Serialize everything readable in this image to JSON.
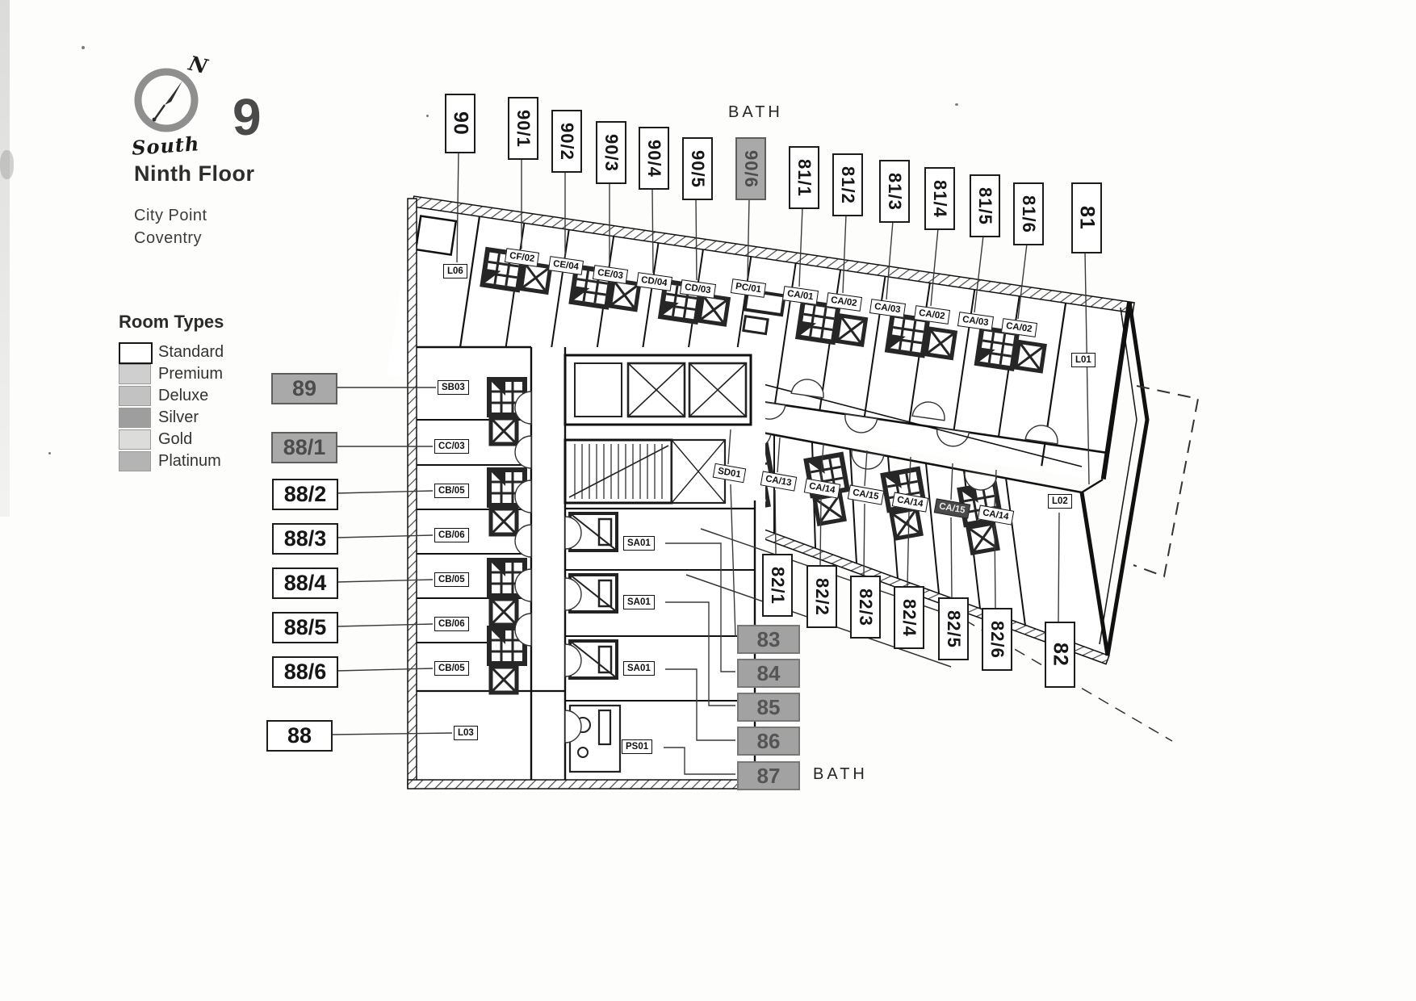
{
  "header": {
    "compass_north": "N",
    "compass_south": "South",
    "floor_number": "9",
    "floor_name": "Ninth Floor",
    "building": "City Point",
    "city": "Coventry"
  },
  "legend": {
    "title": "Room Types",
    "items": [
      {
        "label": "Standard",
        "color": "#ffffff"
      },
      {
        "label": "Premium",
        "color": "#cfcfcf"
      },
      {
        "label": "Deluxe",
        "color": "#c2c2c2"
      },
      {
        "label": "Silver",
        "color": "#9e9e9e"
      },
      {
        "label": "Gold",
        "color": "#dcdcda"
      },
      {
        "label": "Platinum",
        "color": "#b4b4b4"
      }
    ]
  },
  "bath": {
    "top": "BATH",
    "bottom": "BATH"
  },
  "apartments": {
    "top": [
      {
        "text": "90"
      },
      {
        "text": "90/1"
      },
      {
        "text": "90/2"
      },
      {
        "text": "90/3"
      },
      {
        "text": "90/4"
      },
      {
        "text": "90/5"
      },
      {
        "text": "90/6",
        "shaded": true
      },
      {
        "text": "81/1"
      },
      {
        "text": "81/2"
      },
      {
        "text": "81/3"
      },
      {
        "text": "81/4"
      },
      {
        "text": "81/5"
      },
      {
        "text": "81/6"
      },
      {
        "text": "81"
      }
    ],
    "left": [
      {
        "text": "89",
        "shaded": true
      },
      {
        "text": "88/1",
        "shaded": true
      },
      {
        "text": "88/2"
      },
      {
        "text": "88/3"
      },
      {
        "text": "88/4"
      },
      {
        "text": "88/5"
      },
      {
        "text": "88/6"
      },
      {
        "text": "88"
      }
    ],
    "bottom_right": [
      {
        "text": "82/1"
      },
      {
        "text": "82/2"
      },
      {
        "text": "82/3"
      },
      {
        "text": "82/4"
      },
      {
        "text": "82/5"
      },
      {
        "text": "82/6"
      },
      {
        "text": "82"
      }
    ],
    "bottom_shaded": [
      {
        "text": "83"
      },
      {
        "text": "84"
      },
      {
        "text": "85"
      },
      {
        "text": "86"
      },
      {
        "text": "87"
      }
    ]
  },
  "room_codes": {
    "top_wing": [
      "L06",
      "CF/02",
      "CE/04",
      "CE/03",
      "CD/04",
      "CD/03",
      "PC/01",
      "CA/01",
      "CA/02",
      "CA/03",
      "CA/02",
      "CA/03",
      "CA/02",
      "L01"
    ],
    "left_wing": [
      "SB03",
      "CC/03",
      "CB/05",
      "CB/06",
      "CB/05",
      "CB/06",
      "CB/05",
      "L03"
    ],
    "bottom_wing": [
      "SD01",
      "CA/13",
      "CA/14",
      "CA/15",
      "CA/14",
      "CA/15",
      "CA/14",
      "L02"
    ],
    "inner": [
      "SA01",
      "SA01",
      "SA01",
      "PS01"
    ]
  }
}
